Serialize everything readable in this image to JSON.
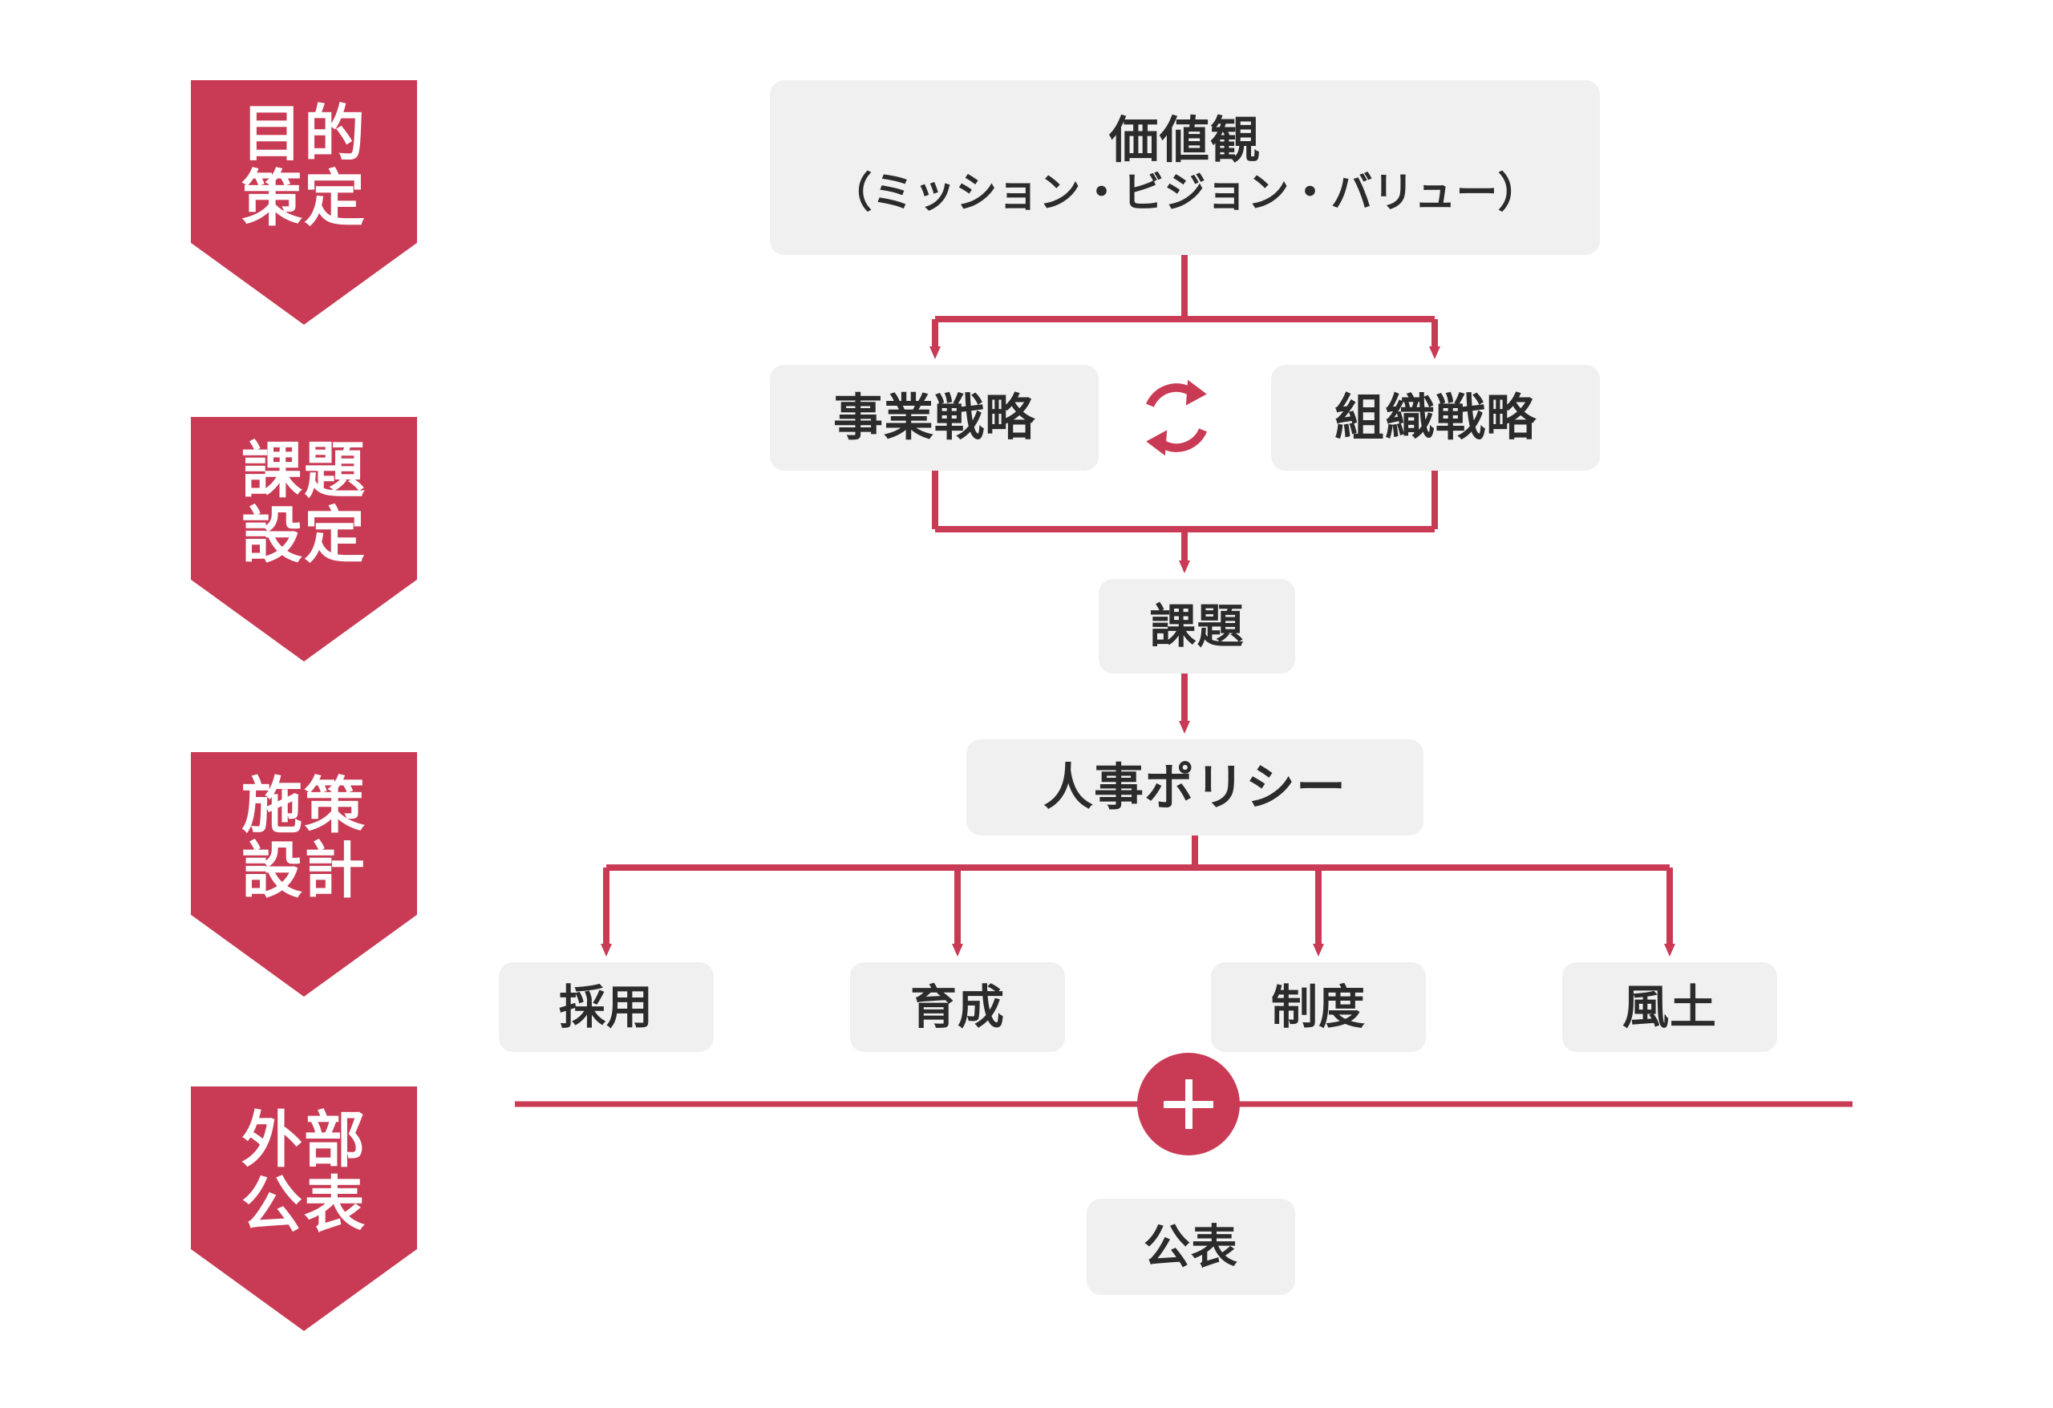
{
  "theme": {
    "accent": "#c93b54",
    "node_bg": "#f0f0f0",
    "node_text": "#2b2b2b",
    "banner_text": "#ffffff",
    "page_bg": "#ffffff"
  },
  "stages": [
    {
      "id": "purpose",
      "label": "目的\n策定",
      "name": "stage-banner-purpose"
    },
    {
      "id": "issue",
      "label": "課題\n設定",
      "name": "stage-banner-issue"
    },
    {
      "id": "measures",
      "label": "施策\n設計",
      "name": "stage-banner-measures"
    },
    {
      "id": "disclosure",
      "label": "外部\n公表",
      "name": "stage-banner-disclosure"
    }
  ],
  "nodes": {
    "values": {
      "title": "価値観",
      "subtitle": "（ミッション・ビジョン・バリュー）"
    },
    "biz_strategy": "事業戦略",
    "org_strategy": "組織戦略",
    "issue": "課題",
    "hr_policy": "人事ポリシー",
    "measures": [
      "採用",
      "育成",
      "制度",
      "風土"
    ],
    "disclose": "公表"
  },
  "icons": {
    "cycle": "cycle-arrows-icon",
    "plus": "plus-icon"
  }
}
